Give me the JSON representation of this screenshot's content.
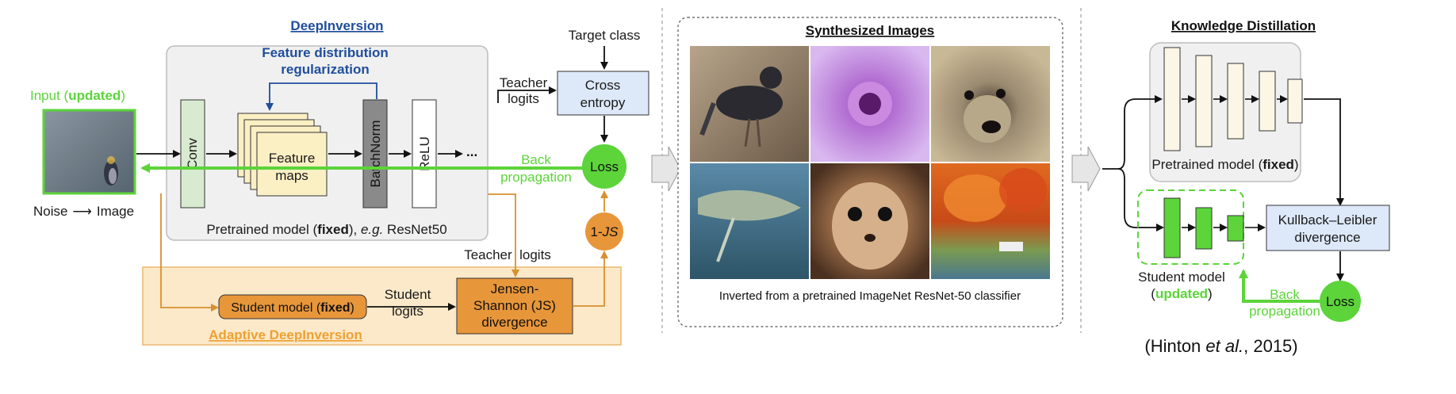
{
  "deepinversion": {
    "title": "DeepInversion",
    "fdr_line1": "Feature distribution",
    "fdr_line2": "regularization",
    "input_prefix": "Input (",
    "input_bold": "updated",
    "input_suffix": ")",
    "noise_label": "Noise",
    "arrow_glyph": "⟶",
    "image_label": "Image",
    "conv": "Conv",
    "feature_line1": "Feature",
    "feature_line2": "maps",
    "batchnorm": "BatchNorm",
    "relu": "ReLU",
    "ellipsis": "...",
    "pretrained_prefix": "Pretrained model (",
    "pretrained_bold": "fixed",
    "pretrained_mid": "), ",
    "pretrained_eg": "e.g.",
    "pretrained_suffix": " ResNet50",
    "target_class": "Target class",
    "teacher_line1": "Teacher",
    "teacher_line2": "logits",
    "ce_line1": "Cross",
    "ce_line2": "entropy",
    "back_line1": "Back",
    "back_line2": "propagation",
    "loss": "Loss",
    "one_minus_js_prefix": "1-",
    "one_minus_js_italic": "JS",
    "teacher_logits_flat": "Teacher  logits",
    "student_prefix": "Student model (",
    "student_bold": "fixed",
    "student_suffix": ")",
    "student_logits_line1": "Student",
    "student_logits_line2": "logits",
    "js_line1": "Jensen-",
    "js_line2": "Shannon (JS)",
    "js_line3": "divergence",
    "adaptive_title": "Adaptive DeepInversion"
  },
  "synthesized": {
    "title": "Synthesized Images",
    "caption": "Inverted from a pretrained ImageNet ResNet-50 classifier",
    "tiles": [
      "bird-image",
      "flower-image",
      "dog-image",
      "fish-image",
      "squirrel-image",
      "autumn-lake-image"
    ]
  },
  "kd": {
    "title": "Knowledge Distillation",
    "pretrained_prefix": "Pretrained model (",
    "pretrained_bold": "fixed",
    "pretrained_suffix": ")",
    "kl_line1": "Kullback–Leibler",
    "kl_line2": "divergence",
    "student_line1": "Student model",
    "student_line2_prefix": "(",
    "student_line2_bold": "updated",
    "student_line2_suffix": ")",
    "back_line1": "Back",
    "back_line2": "propagation",
    "loss": "Loss",
    "citation_prefix": "(Hinton ",
    "citation_italic": "et al.",
    "citation_suffix": ", 2015)"
  },
  "colors": {
    "green": "#5cd43a",
    "orange": "#e8963a",
    "blue_title": "#1f4e9c",
    "orange_title": "#f0a030",
    "light_blue_box": "#dde9f8",
    "feature_fill": "#fbefc4",
    "conv_fill": "#d8ead0",
    "batchnorm_fill": "#8a8a8a"
  }
}
